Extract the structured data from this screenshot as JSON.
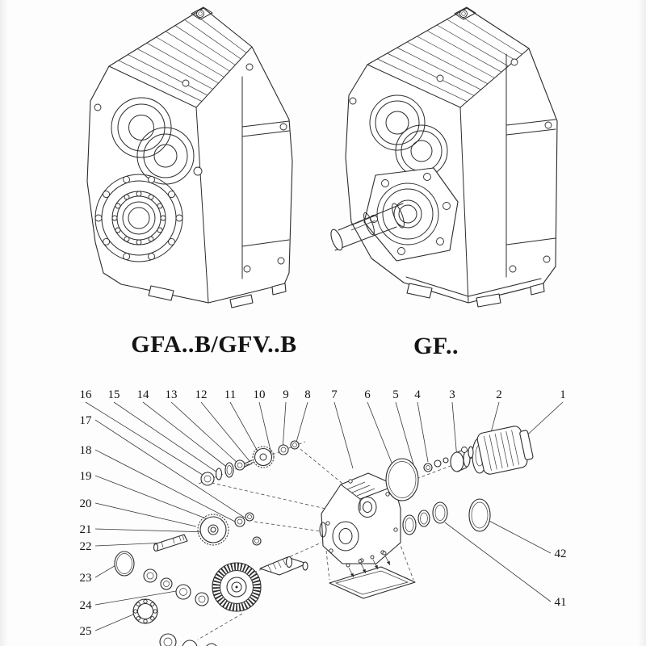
{
  "page": {
    "background": "#fdfdfd",
    "line_color": "#2b2b2b",
    "text_color": "#141414"
  },
  "figures": {
    "left_label": "GFA..B/GFV..B",
    "right_label": "GF.."
  },
  "callouts": {
    "top": [
      "16",
      "15",
      "14",
      "13",
      "12",
      "11",
      "10",
      "9",
      "8",
      "7",
      "6",
      "5",
      "4",
      "3",
      "2",
      "1"
    ],
    "left": [
      "17",
      "18",
      "19",
      "20",
      "21",
      "22",
      "23",
      "24",
      "25"
    ],
    "right": [
      "42",
      "41"
    ]
  }
}
